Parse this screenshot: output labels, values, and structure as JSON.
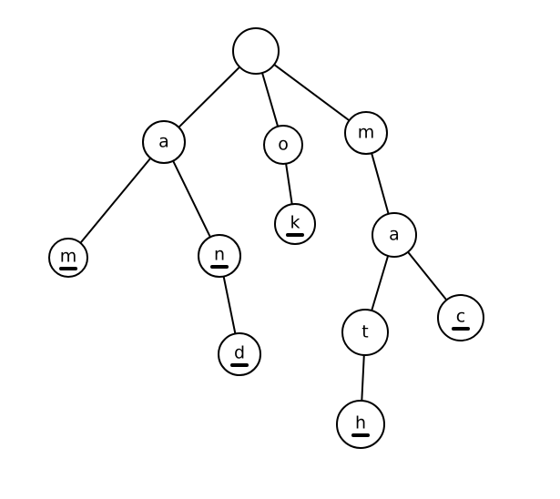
{
  "trie": {
    "nodes": [
      {
        "id": "root",
        "label": "",
        "end": false
      },
      {
        "id": "a1",
        "label": "a",
        "end": false
      },
      {
        "id": "o",
        "label": "o",
        "end": false
      },
      {
        "id": "m1",
        "label": "m",
        "end": false
      },
      {
        "id": "m2",
        "label": "m",
        "end": true
      },
      {
        "id": "n",
        "label": "n",
        "end": true
      },
      {
        "id": "k",
        "label": "k",
        "end": true
      },
      {
        "id": "a2",
        "label": "a",
        "end": false
      },
      {
        "id": "d",
        "label": "d",
        "end": true
      },
      {
        "id": "t",
        "label": "t",
        "end": false
      },
      {
        "id": "c",
        "label": "c",
        "end": true
      },
      {
        "id": "h",
        "label": "h",
        "end": true
      }
    ],
    "edges": [
      [
        "root",
        "a1"
      ],
      [
        "root",
        "o"
      ],
      [
        "root",
        "m1"
      ],
      [
        "a1",
        "m2"
      ],
      [
        "a1",
        "n"
      ],
      [
        "n",
        "d"
      ],
      [
        "o",
        "k"
      ],
      [
        "m1",
        "a2"
      ],
      [
        "a2",
        "t"
      ],
      [
        "a2",
        "c"
      ],
      [
        "t",
        "h"
      ]
    ]
  }
}
